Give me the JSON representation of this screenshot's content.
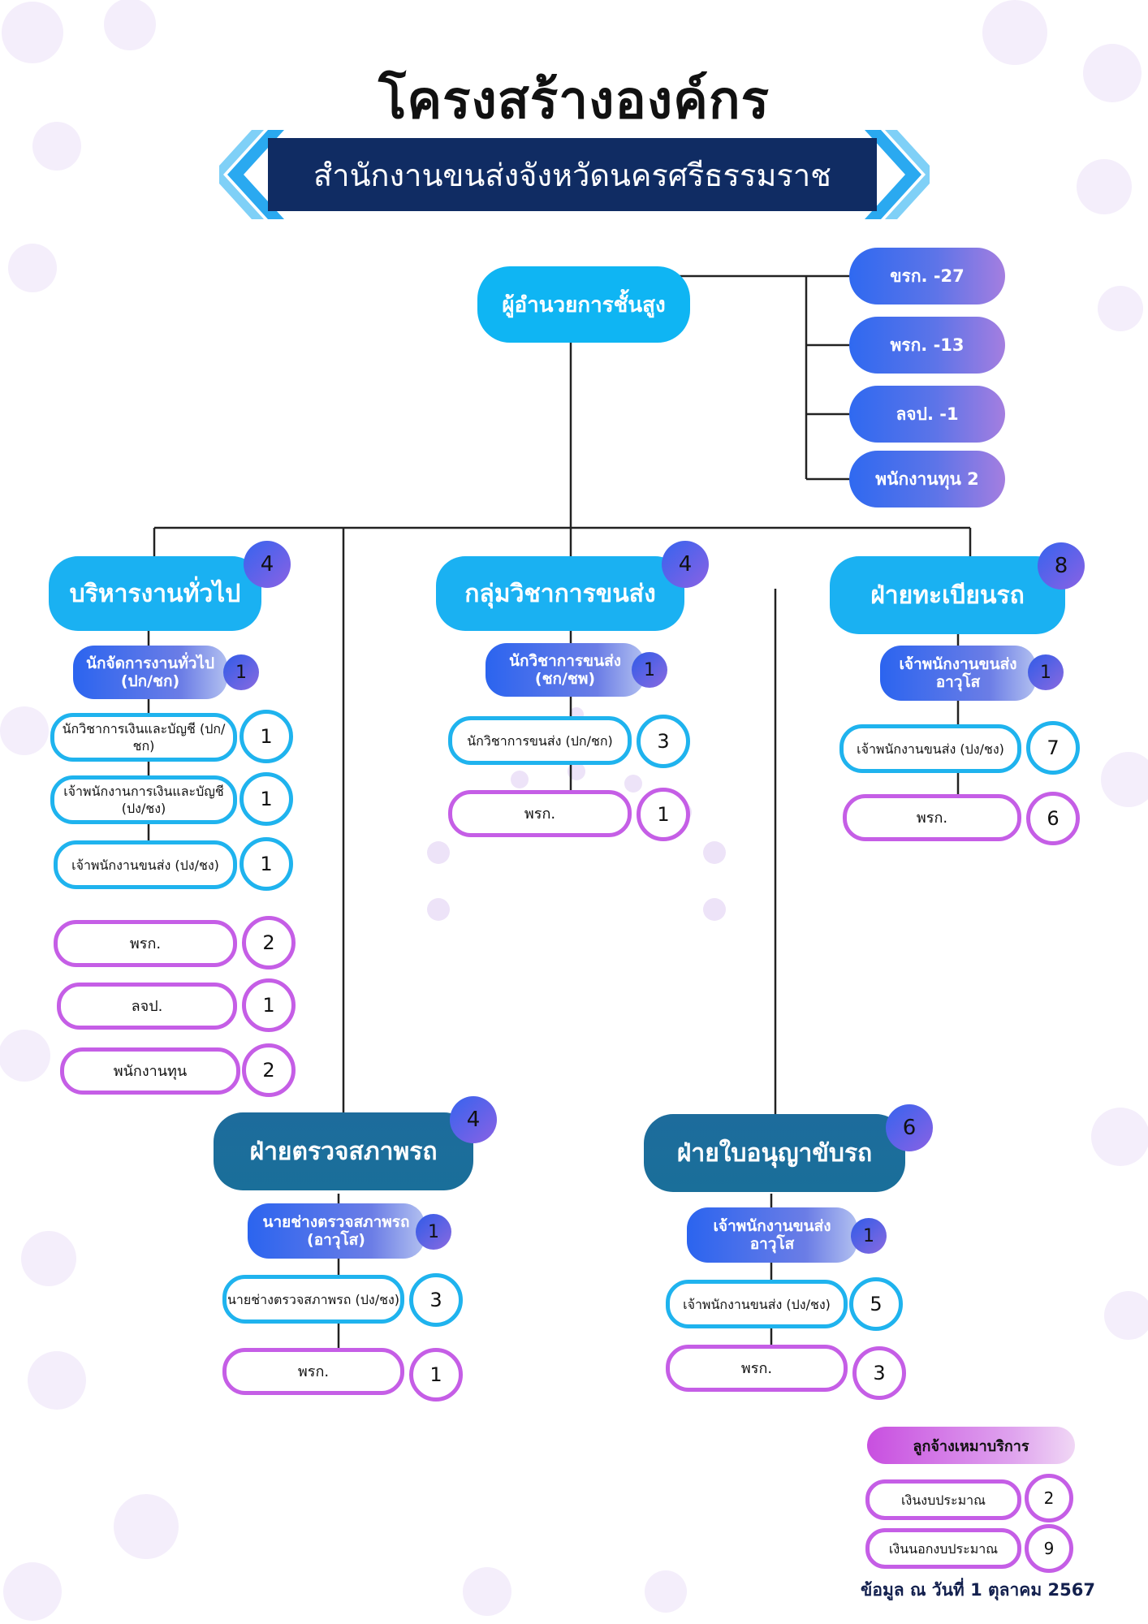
{
  "title": "โครงสร้างองค์กร",
  "subtitle": "สำนักงานขนส่งจังหวัดนครศรีธรรมราช",
  "director": "ผู้อำนวยการชั้นสูง",
  "staff_summary": [
    {
      "label": "ขรก. -27"
    },
    {
      "label": "พรก. -13"
    },
    {
      "label": "ลจป. -1"
    },
    {
      "label": "พนักงานทุน 2"
    }
  ],
  "divisions": {
    "general": {
      "name": "บริหารงานทั่วไป",
      "count": "4",
      "lead": {
        "label": "นักจัดการงานทั่วไป (ปก/ชก)",
        "count": "1"
      },
      "items": [
        {
          "label": "นักวิชาการเงินและบัญชี (ปก/ชก)",
          "count": "1"
        },
        {
          "label": "เจ้าพนักงานการเงินและบัญชี (ปง/ชง)",
          "count": "1"
        },
        {
          "label": "เจ้าพนักงานขนส่ง (ปง/ชง)",
          "count": "1"
        },
        {
          "label": "พรก.",
          "count": "2"
        },
        {
          "label": "ลจป.",
          "count": "1"
        },
        {
          "label": "พนักงานทุน",
          "count": "2"
        }
      ]
    },
    "academic": {
      "name": "กลุ่มวิชาการขนส่ง",
      "count": "4",
      "lead": {
        "label": "นักวิชาการขนส่ง (ชก/ชพ)",
        "count": "1"
      },
      "items": [
        {
          "label": "นักวิชาการขนส่ง (ปก/ชก)",
          "count": "3"
        },
        {
          "label": "พรก.",
          "count": "1"
        }
      ]
    },
    "registration": {
      "name": "ฝ่ายทะเบียนรถ",
      "count": "8",
      "lead": {
        "label": "เจ้าพนักงานขนส่ง อาวุโส",
        "count": "1"
      },
      "items": [
        {
          "label": "เจ้าพนักงานขนส่ง (ปง/ชง)",
          "count": "7"
        },
        {
          "label": "พรก.",
          "count": "6"
        }
      ]
    },
    "inspection": {
      "name": "ฝ่ายตรวจสภาพรถ",
      "count": "4",
      "lead": {
        "label": "นายช่างตรวจสภาพรถ (อาวุโส)",
        "count": "1"
      },
      "items": [
        {
          "label": "นายช่างตรวจสภาพรถ (ปง/ชง)",
          "count": "3"
        },
        {
          "label": "พรก.",
          "count": "1"
        }
      ]
    },
    "license": {
      "name": "ฝ่ายใบอนุญาขับรถ",
      "count": "6",
      "lead": {
        "label": "เจ้าพนักงานขนส่ง อาวุโส",
        "count": "1"
      },
      "items": [
        {
          "label": "เจ้าพนักงานขนส่ง (ปง/ชง)",
          "count": "5"
        },
        {
          "label": "พรก.",
          "count": "3"
        }
      ]
    }
  },
  "legend": {
    "title": "ลูกจ้างเหมาบริการ",
    "items": [
      {
        "label": "เงินงบประมาณ",
        "count": "2"
      },
      {
        "label": "เงินนอกงบประมาณ",
        "count": "9"
      }
    ]
  },
  "footer": "ข้อมูล ณ วันที่ 1 ตุลาคม 2567",
  "colors": {
    "cyan": "#1fb3ee",
    "purple": "#c55ee6",
    "navy": "#102c63",
    "teal_head": "#1d6c9c"
  }
}
